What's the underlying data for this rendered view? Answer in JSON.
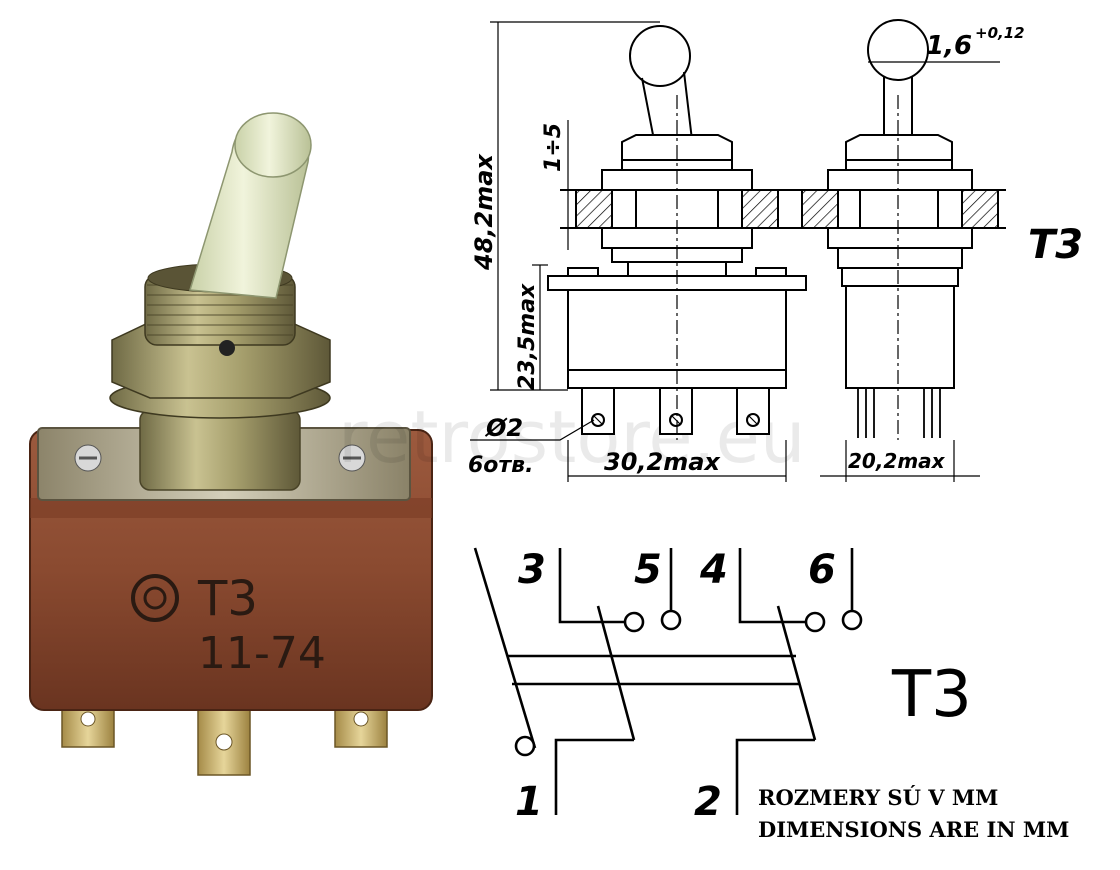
{
  "product_photo": {
    "body_marking_model": "T3",
    "body_marking_date": "11-74"
  },
  "watermark": "retrostore.eu",
  "drawing": {
    "dim_total_height": "48,2max",
    "dim_panel_thickness": "1÷5",
    "dim_body_height": "23,5max",
    "dim_hole": "Ø2",
    "dim_hole_count": "6отв.",
    "dim_body_width": "30,2max",
    "dim_side_width": "20,2max",
    "dim_knob": "1,6",
    "dim_knob_tolerance": "+0,12",
    "model_label": "T3"
  },
  "schematic": {
    "terminals": [
      "1",
      "2",
      "3",
      "4",
      "5",
      "6"
    ],
    "model_label": "T3"
  },
  "note": {
    "line1": "ROZMERY SÚ V MM",
    "line2": "DIMENSIONS ARE IN MM"
  }
}
